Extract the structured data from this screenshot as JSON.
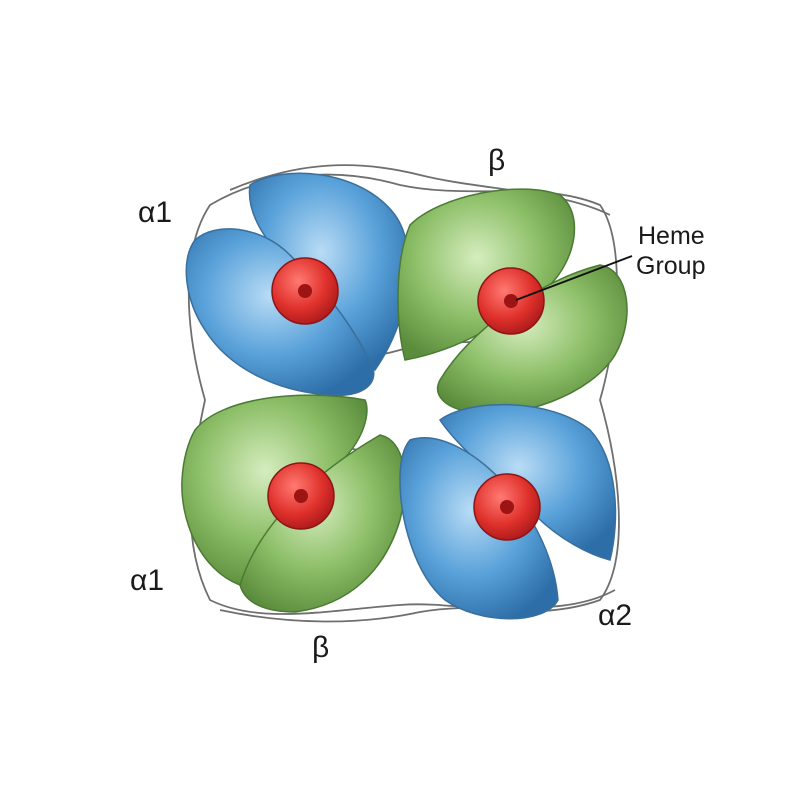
{
  "colors": {
    "alpha_subunit": "#4f96d4",
    "beta_subunit": "#7fb25a",
    "heme": "#e23d3a",
    "outline": "#6f6f6f",
    "text": "#1a1a1a"
  },
  "labels": {
    "top_right_beta": "β",
    "top_left_alpha": "α1",
    "bottom_left_alpha": "α1",
    "bottom_beta": "β",
    "bottom_right_alpha": "α2",
    "heme_line1": "Heme",
    "heme_line2": "Group"
  }
}
